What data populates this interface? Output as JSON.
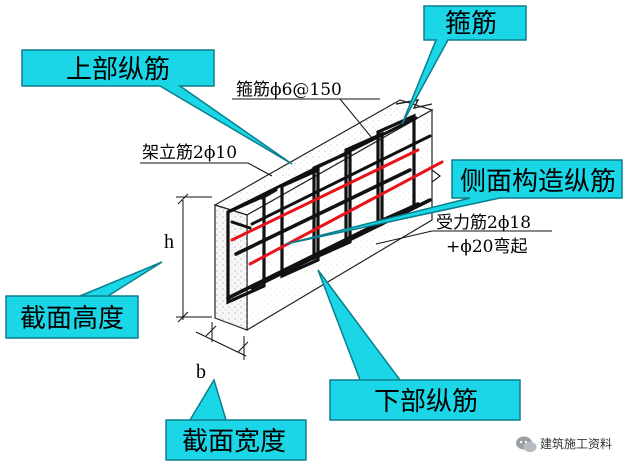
{
  "callouts": {
    "stirrup": "箍筋",
    "top_longitudinal": "上部纵筋",
    "side_longitudinal": "侧面构造纵筋",
    "section_height": "截面高度",
    "bottom_longitudinal": "下部纵筋",
    "section_width": "截面宽度"
  },
  "labels": {
    "stirrup_spec": "箍筋ϕ6@150",
    "erection_bar": "架立筋2ϕ10",
    "main_bar_line1": "受力筋2ϕ18",
    "main_bar_line2": "+ϕ20弯起",
    "dim_h": "h",
    "dim_b": "b"
  },
  "watermark": {
    "text": "建筑施工资料",
    "icon": "wechat-icon"
  },
  "colors": {
    "callout_fill": "#1ad6e6",
    "callout_stroke": "#0a7f8c",
    "rebar_black": "#111111",
    "rebar_red": "#e8141c",
    "concrete_face": "#ffffff",
    "concrete_stipple": "#9a9a9a"
  }
}
